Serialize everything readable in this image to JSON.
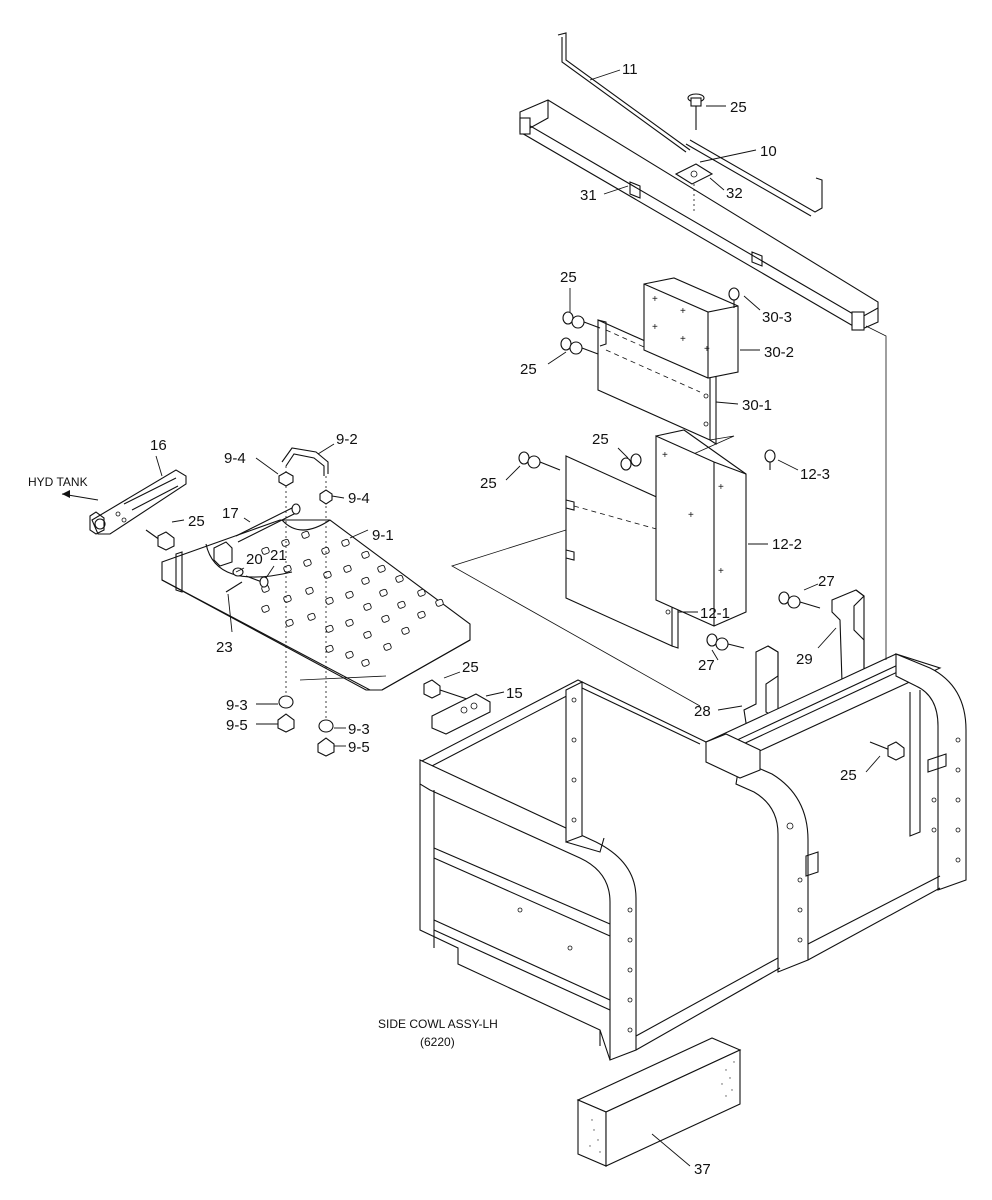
{
  "notes": {
    "hyd_tank": "HYD TANK",
    "side_cowl": "SIDE COWL ASSY-LH",
    "side_cowl_ref": "(6220)"
  },
  "callouts": {
    "p11": "11",
    "p25_top": "25",
    "p10": "10",
    "p31": "31",
    "p32": "32",
    "p25_a": "25",
    "p30_3": "30-3",
    "p25_b": "25",
    "p30_2": "30-2",
    "p30_1": "30-1",
    "p25_c": "25",
    "p25_d": "25",
    "p12_3": "12-3",
    "p12_2": "12-2",
    "p12_1": "12-1",
    "p16": "16",
    "p9_4a": "9-4",
    "p9_2": "9-2",
    "p9_4b": "9-4",
    "p17": "17",
    "p25_e": "25",
    "p9_1": "9-1",
    "p20": "20",
    "p21": "21",
    "p23": "23",
    "p27_a": "27",
    "p29": "29",
    "p27_b": "27",
    "p28": "28",
    "p25_f": "25",
    "p15": "15",
    "p9_3a": "9-3",
    "p9_5a": "9-5",
    "p9_3b": "9-3",
    "p9_5b": "9-5",
    "p25_g": "25",
    "p37": "37"
  },
  "colors": {
    "ink": "#111111",
    "paper": "#ffffff"
  }
}
